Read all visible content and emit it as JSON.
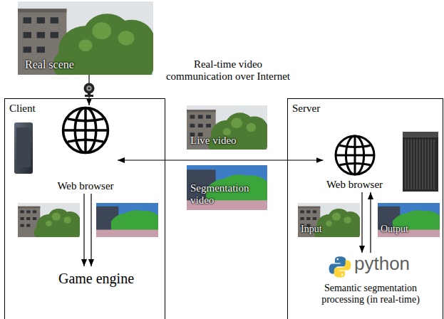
{
  "diagram": {
    "nodes": [
      {
        "text": [
          "Real scene"
        ]
      },
      {
        "text": [
          "Client"
        ]
      },
      {
        "text": [
          "Web browser"
        ],
        "in": 1
      },
      {
        "text": [
          "Game engine"
        ],
        "in": 1
      },
      {
        "text": [
          "Real-time video communication over Internet"
        ]
      },
      {
        "text": [
          "Live video"
        ],
        "in": 4
      },
      {
        "text": [
          "Segmentation video"
        ],
        "in": 4
      },
      {
        "text": [
          "Server"
        ]
      },
      {
        "text": [
          "Web browser"
        ],
        "in": 7
      },
      {
        "text": [
          "Input"
        ],
        "in": 7
      },
      {
        "text": [
          "Output"
        ],
        "in": 7
      },
      {
        "text": [
          "python",
          "Semantic segmentation processing (in real-time)"
        ],
        "in": 7
      }
    ],
    "edges": [
      {
        "from": 0,
        "to": 2,
        "arrow": "to"
      },
      {
        "from": 2,
        "to": 8,
        "arrow": "both"
      },
      {
        "from": 2,
        "to": 3,
        "arrow": "to"
      },
      {
        "from": 2,
        "to": 3,
        "arrow": "to"
      },
      {
        "from": 8,
        "to": 11,
        "arrow": "to"
      },
      {
        "from": 11,
        "to": 8,
        "arrow": "to"
      }
    ]
  }
}
